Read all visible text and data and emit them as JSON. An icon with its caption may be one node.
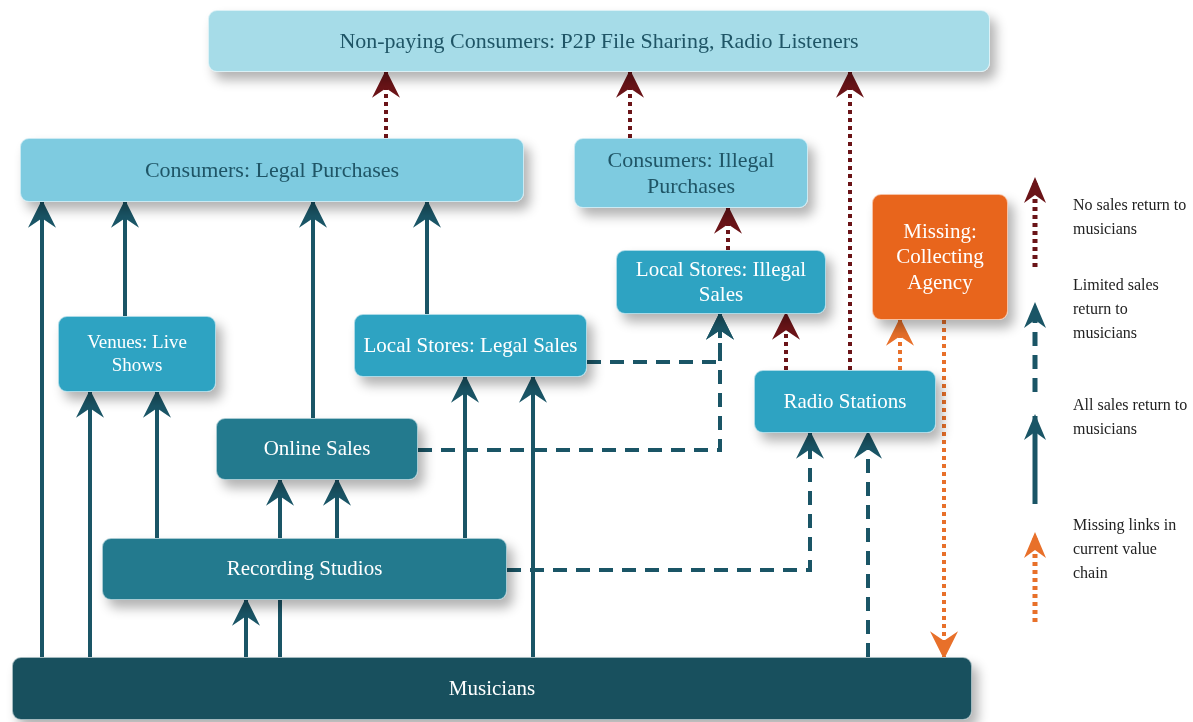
{
  "diagram": {
    "nodes": [
      {
        "text": [
          "Non-paying Consumers: P2P File Sharing, Radio Listeners"
        ]
      },
      {
        "text": [
          "Consumers: Legal Purchases"
        ]
      },
      {
        "text": [
          "Consumers: Illegal Purchases"
        ]
      },
      {
        "text": [
          "Missing: Collecting Agency"
        ]
      },
      {
        "text": [
          "Local Stores: Illegal Sales"
        ]
      },
      {
        "text": [
          "Venues: Live Shows"
        ]
      },
      {
        "text": [
          "Local Stores: Legal Sales"
        ]
      },
      {
        "text": [
          "Radio Stations"
        ]
      },
      {
        "text": [
          "Online Sales"
        ]
      },
      {
        "text": [
          "Recording Studios"
        ]
      },
      {
        "text": [
          "Musicians"
        ]
      }
    ],
    "edges": [
      {
        "from": 1,
        "to": 0,
        "arrow": "to",
        "style": "dashed",
        "color": "#6b1418"
      },
      {
        "from": 2,
        "to": 0,
        "arrow": "to",
        "style": "dashed",
        "color": "#6b1418"
      },
      {
        "from": 7,
        "to": 0,
        "arrow": "to",
        "style": "dashed",
        "color": "#6b1418"
      },
      {
        "from": 4,
        "to": 2,
        "arrow": "to",
        "style": "dashed",
        "color": "#6b1418"
      },
      {
        "from": 7,
        "to": 4,
        "arrow": "to",
        "style": "dashed",
        "color": "#6b1418"
      },
      {
        "from": 7,
        "to": 3,
        "arrow": "to",
        "style": "dashed",
        "color": "#e8702a"
      },
      {
        "from": 3,
        "to": 10,
        "arrow": "to",
        "style": "dashed",
        "color": "#e8702a"
      },
      {
        "from": 10,
        "to": 1,
        "arrow": "to"
      },
      {
        "from": 5,
        "to": 1,
        "arrow": "to"
      },
      {
        "from": 8,
        "to": 1,
        "arrow": "to"
      },
      {
        "from": 6,
        "to": 1,
        "arrow": "to"
      },
      {
        "from": 10,
        "to": 5,
        "arrow": "to"
      },
      {
        "from": 9,
        "to": 5,
        "arrow": "to"
      },
      {
        "from": 9,
        "to": 8,
        "arrow": "to"
      },
      {
        "from": 9,
        "to": 8,
        "arrow": "to"
      },
      {
        "from": 9,
        "to": 6,
        "arrow": "to"
      },
      {
        "from": 10,
        "to": 6,
        "arrow": "to"
      },
      {
        "from": 10,
        "to": 9,
        "arrow": "to"
      },
      {
        "from": 10,
        "to": 9,
        "arrow": "none"
      },
      {
        "from": 6,
        "to": 4,
        "arrow": "to",
        "style": "dashed"
      },
      {
        "from": 8,
        "to": 4,
        "arrow": "to",
        "style": "dashed"
      },
      {
        "from": 9,
        "to": 7,
        "arrow": "to",
        "style": "dashed"
      },
      {
        "from": 10,
        "to": 7,
        "arrow": "to",
        "style": "dashed"
      }
    ],
    "legend": [
      {
        "text": "No sales return to musicians"
      },
      {
        "text": "Limited sales return to musicians"
      },
      {
        "text": "All sales return to musicians"
      },
      {
        "text": "Missing links in current value chain"
      }
    ]
  }
}
